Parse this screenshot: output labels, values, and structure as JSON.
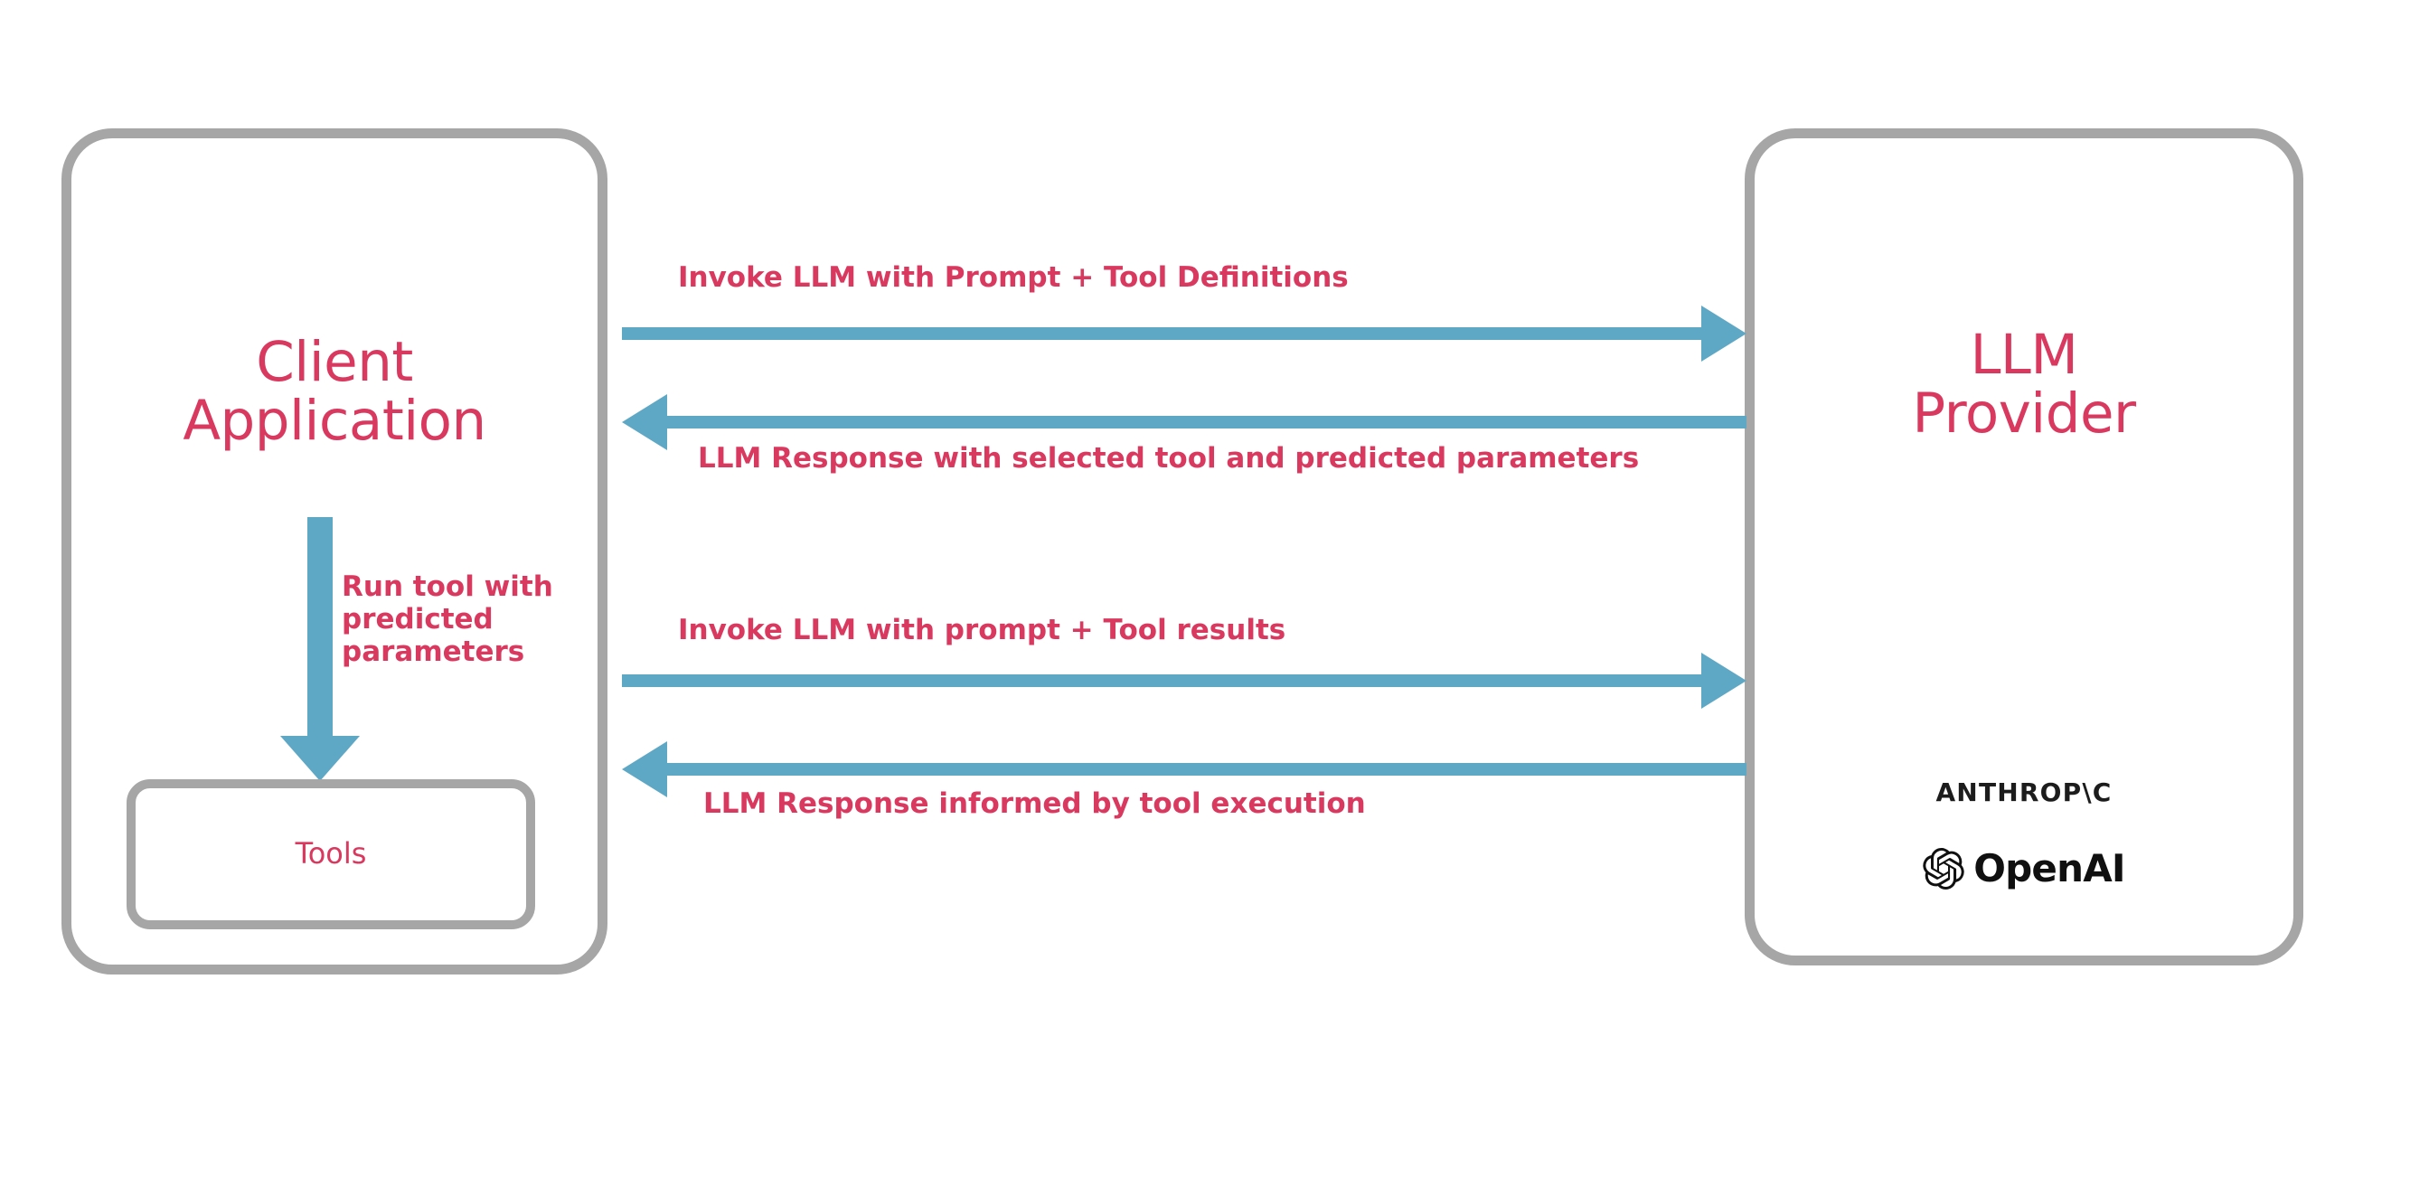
{
  "diagram": {
    "type": "sequence-flow",
    "background_color": "#ffffff",
    "palette": {
      "accent_text": "#d9395f",
      "box_border": "#a6a6a6",
      "arrow": "#5fa8c5",
      "logo_text": "#101010"
    },
    "nodes": [
      {
        "id": "client-application",
        "label": "Client\nApplication",
        "child": {
          "id": "tools",
          "label": "Tools"
        }
      },
      {
        "id": "llm-provider",
        "label": "LLM\nProvider",
        "logos": [
          {
            "name": "anthropic-logo",
            "text": "ANTHROP\\C"
          },
          {
            "name": "openai-logo",
            "text": "OpenAI"
          }
        ]
      }
    ],
    "arrows": [
      {
        "id": "invoke-1",
        "label": "Invoke LLM with Prompt + Tool Definitions",
        "direction": "right",
        "from": "client-application",
        "to": "llm-provider",
        "label_position": "above"
      },
      {
        "id": "response-1",
        "label": "LLM Response with selected tool and predicted parameters",
        "direction": "left",
        "from": "llm-provider",
        "to": "client-application",
        "label_position": "below"
      },
      {
        "id": "run-tool",
        "label": "Run tool with\npredicted\nparameters",
        "direction": "down",
        "from": "client-application",
        "to": "tools",
        "label_position": "right"
      },
      {
        "id": "invoke-2",
        "label": "Invoke LLM with prompt + Tool results",
        "direction": "right",
        "from": "client-application",
        "to": "llm-provider",
        "label_position": "above"
      },
      {
        "id": "response-2",
        "label": "LLM Response informed by tool execution",
        "direction": "left",
        "from": "llm-provider",
        "to": "client-application",
        "label_position": "below"
      }
    ]
  }
}
